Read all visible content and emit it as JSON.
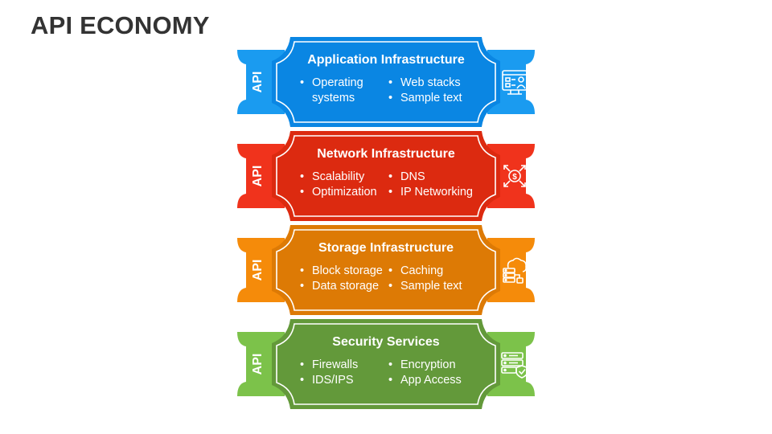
{
  "title": "API ECONOMY",
  "rows": [
    {
      "api_label": "API",
      "heading": "Application Infrastructure",
      "left_items": [
        "Operating systems"
      ],
      "right_items": [
        "Web stacks",
        "Sample text"
      ],
      "color_main": "#0A86E3",
      "color_side": "#1A9BF0",
      "icon": "developer-screen-icon"
    },
    {
      "api_label": "API",
      "heading": "Network Infrastructure",
      "left_items": [
        "Scalability",
        "Optimization"
      ],
      "right_items": [
        "DNS",
        "IP Networking"
      ],
      "color_main": "#DC2A10",
      "color_side": "#F0331C",
      "icon": "network-money-icon"
    },
    {
      "api_label": "API",
      "heading": "Storage Infrastructure",
      "left_items": [
        "Block storage",
        "Data storage"
      ],
      "right_items": [
        "Caching",
        "Sample text"
      ],
      "color_main": "#DD7A05",
      "color_side": "#F58B0A",
      "icon": "cloud-storage-icon"
    },
    {
      "api_label": "API",
      "heading": "Security Services",
      "left_items": [
        "Firewalls",
        "IDS/IPS"
      ],
      "right_items": [
        "Encryption",
        "App Access"
      ],
      "color_main": "#63993A",
      "color_side": "#7CC24A",
      "icon": "secure-server-icon"
    }
  ]
}
